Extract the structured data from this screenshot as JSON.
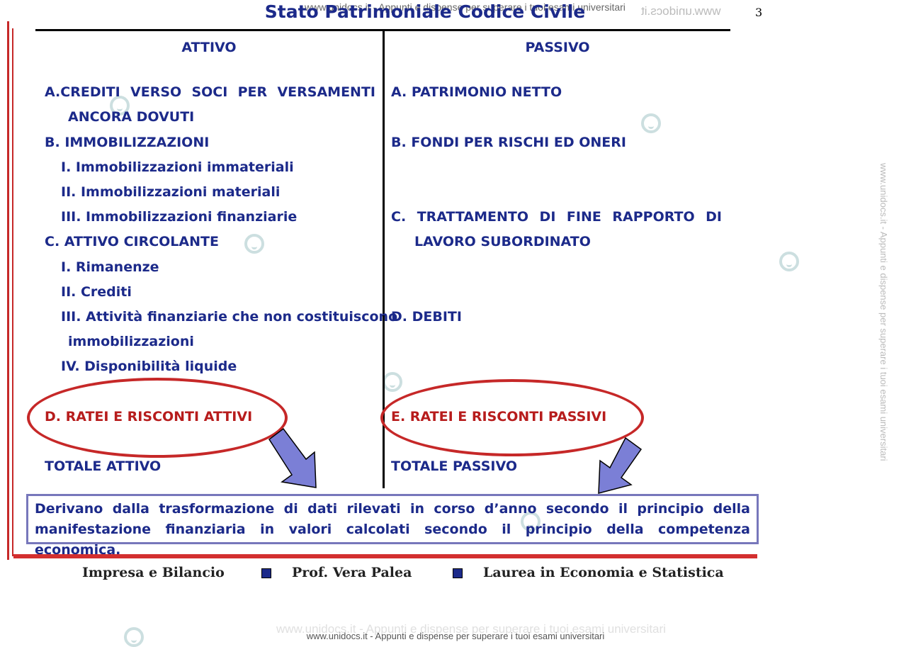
{
  "title": "Stato Patrimoniale Codice Civile",
  "page_number": "3",
  "attivo": {
    "header": "ATTIVO",
    "a_line1": "A.CREDITI VERSO SOCI PER VERSAMENTI",
    "a_line2": "ANCORA DOVUTI",
    "b": "B. IMMOBILIZZAZIONI",
    "b1": "I. Immobilizzazioni immateriali",
    "b2": "II. Immobilizzazioni materiali",
    "b3": "III. Immobilizzazioni finanziarie",
    "c": "C. ATTIVO CIRCOLANTE",
    "c1": "I. Rimanenze",
    "c2": "II. Crediti",
    "c3_line1": "III. Attività finanziarie che non costituiscono",
    "c3_line2": "immobilizzazioni",
    "c4": "IV. Disponibilità liquide",
    "d": "D. RATEI E RISCONTI ATTIVI",
    "totale": "TOTALE ATTIVO"
  },
  "passivo": {
    "header": "PASSIVO",
    "a": "A. PATRIMONIO NETTO",
    "b": "B. FONDI PER RISCHI ED ONERI",
    "c_line1": "C. TRATTAMENTO DI FINE RAPPORTO DI",
    "c_line2": "LAVORO SUBORDINATO",
    "d": "D. DEBITI",
    "e": "E. RATEI E RISCONTI PASSIVI",
    "totale": "TOTALE PASSIVO"
  },
  "note": "Derivano dalla trasformazione di dati rilevati in corso d’anno secondo il principio della manifestazione finanziaria in valori calcolati secondo il principio della competenza economica.",
  "footer": {
    "left": "Impresa e Bilancio",
    "middle": "Prof. Vera Palea",
    "right": "Laurea in Economia e Statistica"
  },
  "watermark": {
    "bottom": "www.unidocs.it - Appunti e dispense per superare i tuoi esami universitari",
    "mirror": "www.unidocs.it"
  },
  "colors": {
    "text_blue": "#1c2a8a",
    "accent_red": "#c62828",
    "arrow_fill": "#7b7fd6",
    "note_border": "#7777bb"
  }
}
